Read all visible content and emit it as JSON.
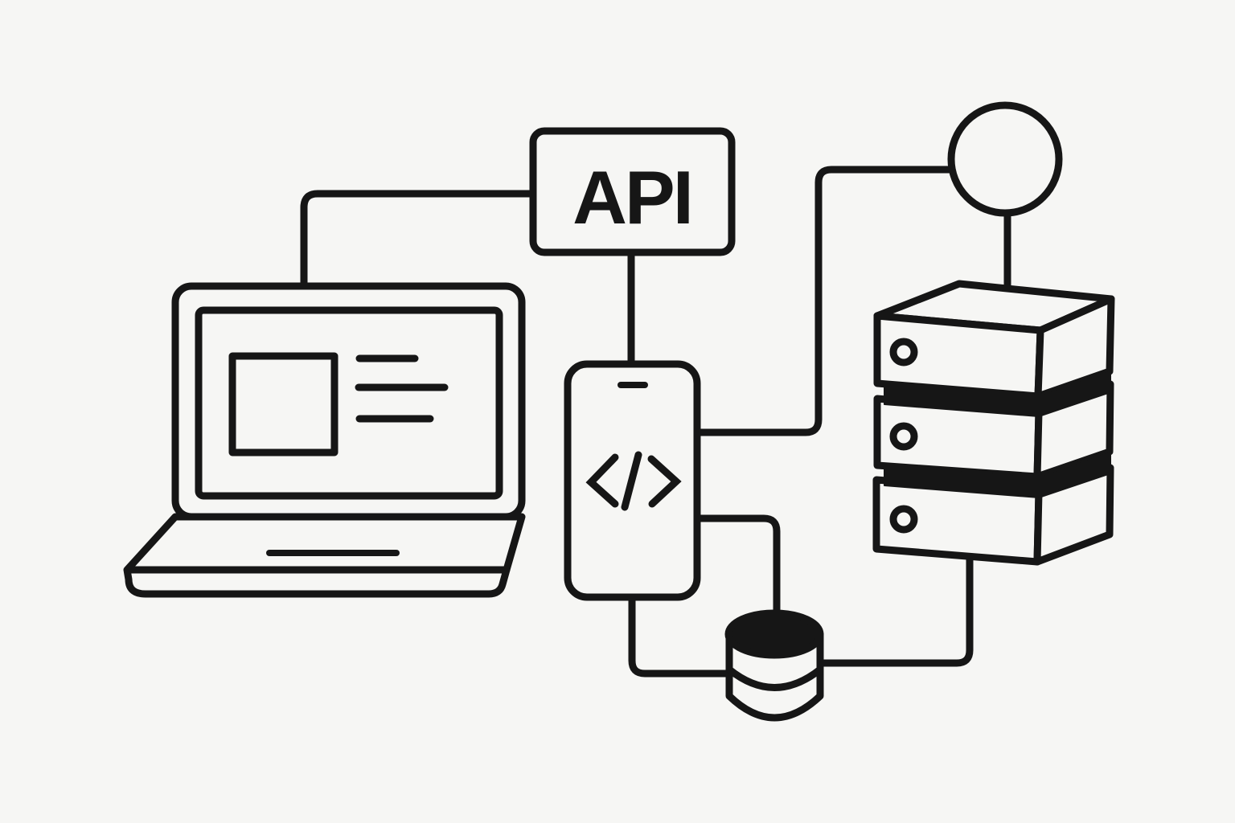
{
  "scene": {
    "background": "#f6f6f4",
    "ink": "#161616",
    "description": "Black line-art illustration of a development stack: laptop, API box, mobile app with code symbol, network node, server rack and database connected by wires"
  },
  "api_box": {
    "label": "API"
  },
  "phone": {
    "code_symbol": "</>"
  },
  "server": {
    "unit_count": 3,
    "ports_per_unit": 1
  },
  "nodes": [
    {
      "id": "laptop"
    },
    {
      "id": "api-box"
    },
    {
      "id": "phone"
    },
    {
      "id": "network-node"
    },
    {
      "id": "server-stack"
    },
    {
      "id": "database"
    }
  ],
  "connections": [
    {
      "from": "laptop",
      "to": "api-box"
    },
    {
      "from": "api-box",
      "to": "phone"
    },
    {
      "from": "phone",
      "to": "network-node"
    },
    {
      "from": "network-node",
      "to": "server-stack"
    },
    {
      "from": "phone",
      "to": "database",
      "via": "side-into-top"
    },
    {
      "from": "phone",
      "to": "database",
      "via": "bottom-into-side"
    },
    {
      "from": "database",
      "to": "server-stack"
    }
  ]
}
